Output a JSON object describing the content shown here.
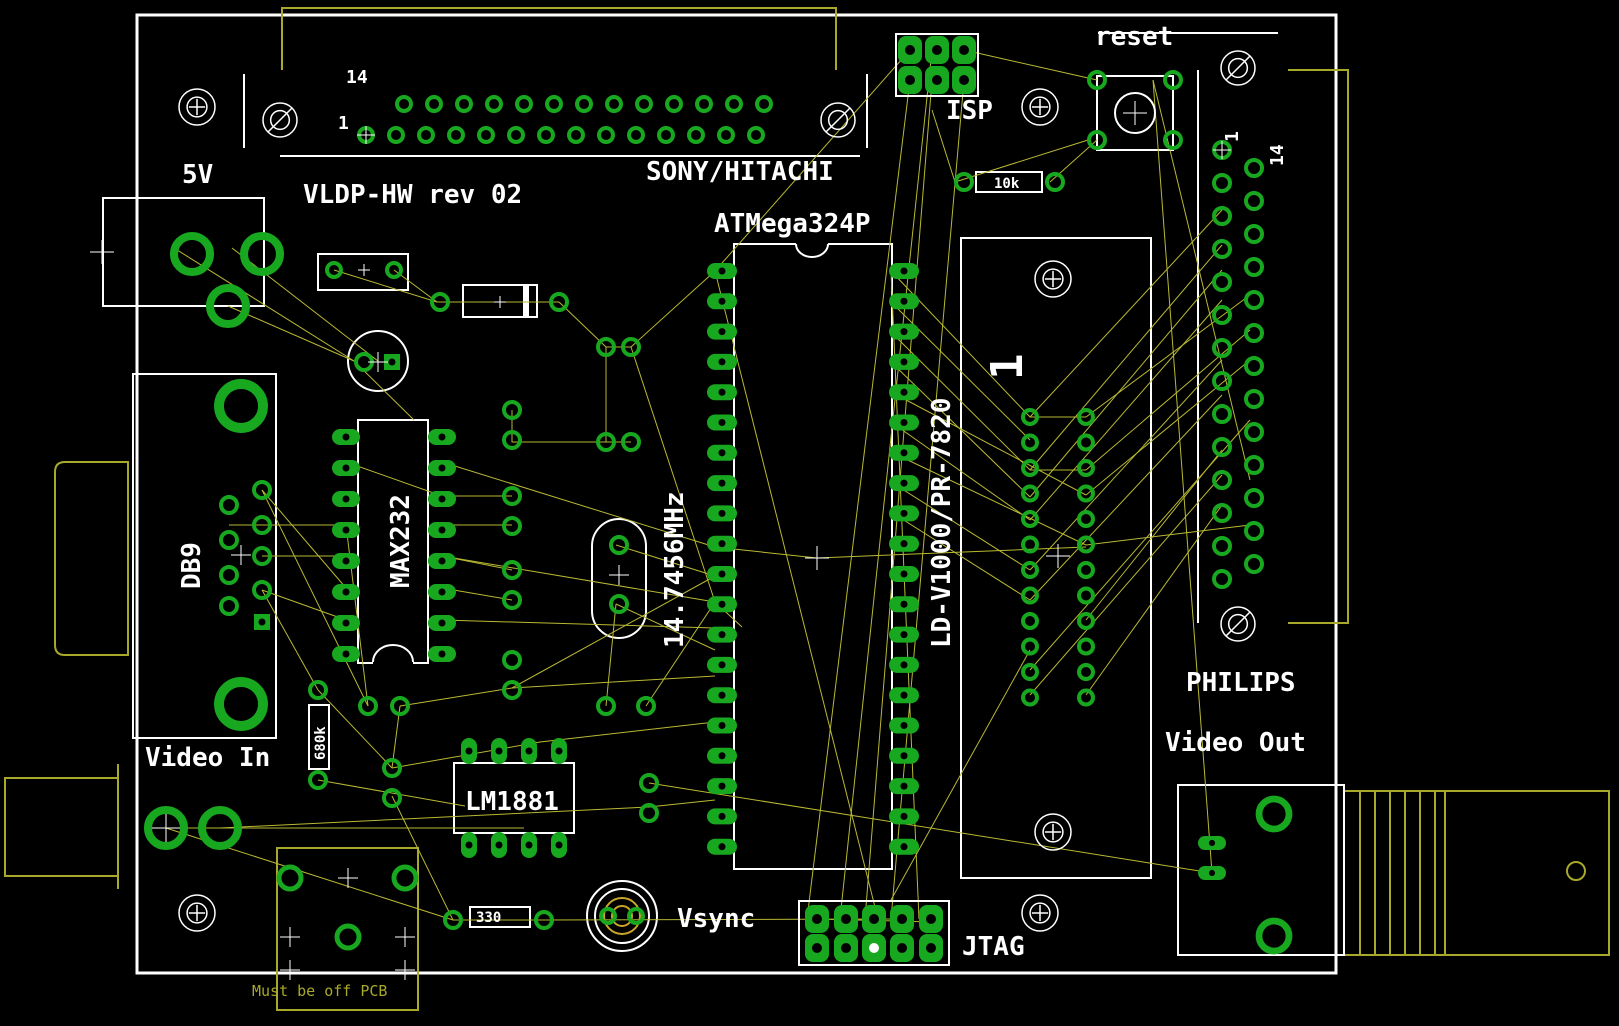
{
  "board": {
    "colors": {
      "background": "#000000",
      "outline": "#ffffff",
      "pad": "#18a81f",
      "pad_hole": "#000000",
      "airwire": "#b9b933",
      "doc_layer": "#a8a82a",
      "silkscreen": "#ffffff"
    },
    "labels": {
      "title": "VLDP-HW rev 02",
      "power": "5V",
      "sony_header": "SONY/HITACHI",
      "pin_14_top": "14",
      "pin_1_top": "1",
      "isp": "ISP",
      "reset": "reset",
      "mcu": "ATMega324P",
      "crystal": "14.7456MHz",
      "laserdisc": "LD-V1000/PR-7820",
      "ld_pin1": "1",
      "max232": "MAX232",
      "db9": "DB9",
      "video_in": "Video In",
      "video_out": "Video Out",
      "philips": "PHILIPS",
      "pin_1_right": "1",
      "pin_14_right": "14",
      "lm1881": "LM1881",
      "vsync": "Vsync",
      "jtag": "JTAG",
      "r_10k": "10k",
      "r_680k": "680k",
      "r_330": "330",
      "off_pcb_note": "Must be off PCB"
    }
  }
}
